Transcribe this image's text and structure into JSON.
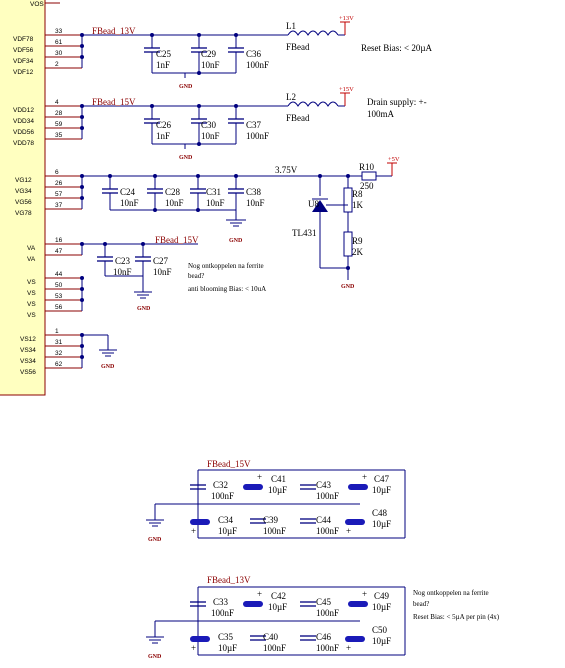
{
  "ic": {
    "pins_top": [
      {
        "num": "33",
        "name": "VDF78"
      },
      {
        "num": "61",
        "name": "VDF56"
      },
      {
        "num": "30",
        "name": "VDF34"
      },
      {
        "num": "2",
        "name": "VDF12"
      }
    ],
    "pins_vdd": [
      {
        "num": "4",
        "name": "VDD12"
      },
      {
        "num": "28",
        "name": "VDD34"
      },
      {
        "num": "59",
        "name": "VDD56"
      },
      {
        "num": "35",
        "name": "VDD78"
      }
    ],
    "pins_vg": [
      {
        "num": "6",
        "name": "VG12"
      },
      {
        "num": "26",
        "name": "VG34"
      },
      {
        "num": "57",
        "name": "VG56"
      },
      {
        "num": "37",
        "name": "VG78"
      }
    ],
    "pins_va": [
      {
        "num": "16",
        "name": "VA"
      },
      {
        "num": "47",
        "name": "VA"
      }
    ],
    "pins_vs": [
      {
        "num": "44",
        "name": "VS"
      },
      {
        "num": "50",
        "name": "VS"
      },
      {
        "num": "53",
        "name": "VS"
      },
      {
        "num": "56",
        "name": "VS"
      }
    ],
    "pins_vss": [
      {
        "num": "1",
        "name": "VS12"
      },
      {
        "num": "31",
        "name": "VS34"
      },
      {
        "num": "32",
        "name": "VS34"
      },
      {
        "num": "62",
        "name": "VS56"
      }
    ],
    "top_pin_name": "VOS"
  },
  "nets": {
    "fbead13": "FBead_13V",
    "fbead15": "FBead_15V",
    "fbead15_va": "FBead_15V",
    "v375": "3.75V",
    "gnd": "GND",
    "p13": "+13V",
    "p15": "+15V",
    "p5": "+5V"
  },
  "parts": {
    "L1": "L1",
    "L1v": "FBead",
    "L2": "L2",
    "L2v": "FBead",
    "C25": "C25",
    "C25v": "1nF",
    "C29": "C29",
    "C29v": "10nF",
    "C36": "C36",
    "C36v": "100nF",
    "C26": "C26",
    "C26v": "1nF",
    "C30": "C30",
    "C30v": "10nF",
    "C37": "C37",
    "C37v": "100nF",
    "C24": "C24",
    "C24v": "10nF",
    "C28": "C28",
    "C28v": "10nF",
    "C31": "C31",
    "C31v": "10nF",
    "C38": "C38",
    "C38v": "10nF",
    "R10": "R10",
    "R10v": "250",
    "R8": "R8",
    "R8v": "1K",
    "R9": "R9",
    "R9v": "2K",
    "U8": "U8",
    "U8v": "TL431",
    "C23": "C23",
    "C23v": "10nF",
    "C27": "C27",
    "C27v": "10nF",
    "C32": "C32",
    "C32v": "100nF",
    "C41": "C41",
    "C41v": "10µF",
    "C43": "C43",
    "C43v": "100nF",
    "C47": "C47",
    "C47v": "10µF",
    "C34": "C34",
    "C34v": "10µF",
    "C39": "C39",
    "C39v": "100nF",
    "C44": "C44",
    "C44v": "100nF",
    "C48": "C48",
    "C48v": "10µF",
    "C33": "C33",
    "C33v": "100nF",
    "C42": "C42",
    "C42v": "10µF",
    "C45": "C45",
    "C45v": "100nF",
    "C49": "C49",
    "C49v": "10µF",
    "C35": "C35",
    "C35v": "10µF",
    "C40": "C40",
    "C40v": "100nF",
    "C46": "C46",
    "C46v": "100nF",
    "C50": "C50",
    "C50v": "10µF"
  },
  "notes": {
    "reset_bias": "Reset Bias: < 20µA",
    "drain1": "Drain supply: +-",
    "drain2": "100mA",
    "nog1": "Nog ontkoppelen na ferrite",
    "nog2": "bead?",
    "anti": "anti blooming Bias: < 10uA",
    "nog3": "Nog ontkoppelen na ferrite",
    "nog4": "bead?",
    "reset_pin": "Reset Bias: < 5µA per pin (4x)"
  },
  "plus": "+"
}
